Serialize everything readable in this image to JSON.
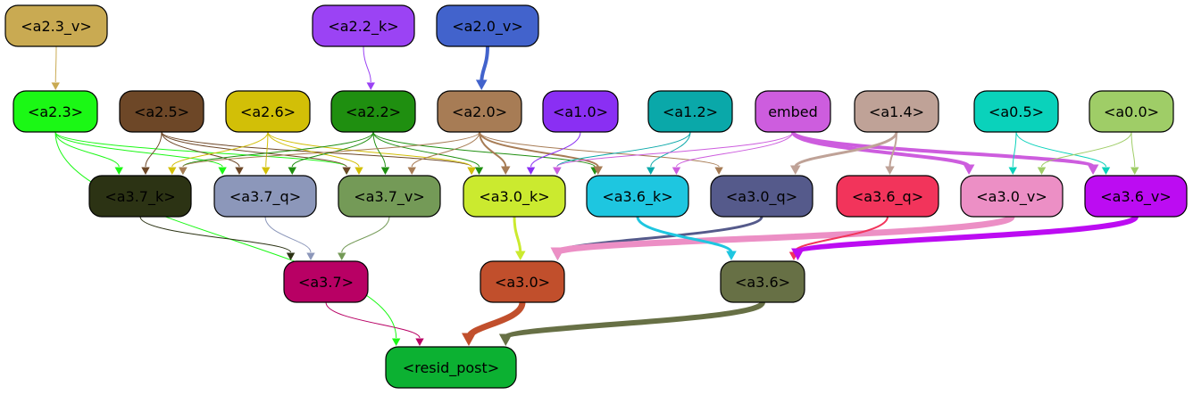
{
  "nodes": [
    {
      "id": "a2_3_v",
      "label": "<a2.3_v>",
      "fill": "#c9aa52",
      "text": "#000000"
    },
    {
      "id": "a2_2_k",
      "label": "<a2.2_k>",
      "fill": "#9b43f4",
      "text": "#000000"
    },
    {
      "id": "a2_0_v",
      "label": "<a2.0_v>",
      "fill": "#4263cc",
      "text": "#000000"
    },
    {
      "id": "a2_3",
      "label": "<a2.3>",
      "fill": "#1bf815",
      "text": "#000000"
    },
    {
      "id": "a2_5",
      "label": "<a2.5>",
      "fill": "#6d4727",
      "text": "#000000"
    },
    {
      "id": "a2_6",
      "label": "<a2.6>",
      "fill": "#d2bf07",
      "text": "#000000"
    },
    {
      "id": "a2_2",
      "label": "<a2.2>",
      "fill": "#1f8f10",
      "text": "#000000"
    },
    {
      "id": "a2_0",
      "label": "<a2.0>",
      "fill": "#a77c55",
      "text": "#000000"
    },
    {
      "id": "a1_0",
      "label": "<a1.0>",
      "fill": "#8a2ff3",
      "text": "#000000"
    },
    {
      "id": "a1_2",
      "label": "<a1.2>",
      "fill": "#0aa8a9",
      "text": "#000000"
    },
    {
      "id": "embed",
      "label": "embed",
      "fill": "#cd5dde",
      "text": "#000000"
    },
    {
      "id": "a1_4",
      "label": "<a1.4>",
      "fill": "#bfa297",
      "text": "#000000"
    },
    {
      "id": "a0_5",
      "label": "<a0.5>",
      "fill": "#0ad2bb",
      "text": "#000000"
    },
    {
      "id": "a0_0",
      "label": "<a0.0>",
      "fill": "#9fcd67",
      "text": "#000000"
    },
    {
      "id": "a3_7_k",
      "label": "<a3.7_k>",
      "fill": "#2c3314",
      "text": "#000000"
    },
    {
      "id": "a3_7_q",
      "label": "<a3.7_q>",
      "fill": "#8c97ba",
      "text": "#000000"
    },
    {
      "id": "a3_7_v",
      "label": "<a3.7_v>",
      "fill": "#749a57",
      "text": "#000000"
    },
    {
      "id": "a3_0_k",
      "label": "<a3.0_k>",
      "fill": "#cbea2f",
      "text": "#000000"
    },
    {
      "id": "a3_6_k",
      "label": "<a3.6_k>",
      "fill": "#1ec6e0",
      "text": "#000000"
    },
    {
      "id": "a3_0_q",
      "label": "<a3.0_q>",
      "fill": "#555a8b",
      "text": "#000000"
    },
    {
      "id": "a3_6_q",
      "label": "<a3.6_q>",
      "fill": "#f2345b",
      "text": "#000000"
    },
    {
      "id": "a3_0_v",
      "label": "<a3.0_v>",
      "fill": "#ec8fc5",
      "text": "#000000"
    },
    {
      "id": "a3_6_v",
      "label": "<a3.6_v>",
      "fill": "#bc0cf2",
      "text": "#000000"
    },
    {
      "id": "a3_7",
      "label": "<a3.7>",
      "fill": "#b80064",
      "text": "#000000"
    },
    {
      "id": "a3_0",
      "label": "<a3.0>",
      "fill": "#c14f2c",
      "text": "#000000"
    },
    {
      "id": "a3_6",
      "label": "<a3.6>",
      "fill": "#677045",
      "text": "#000000"
    },
    {
      "id": "resid_post",
      "label": "<resid_post>",
      "fill": "#0cb132",
      "text": "#000000"
    }
  ],
  "edges": [
    {
      "from": "a2_3_v",
      "to": "a2_3",
      "color": "#c9aa52",
      "width": 1
    },
    {
      "from": "a2_2_k",
      "to": "a2_2",
      "color": "#9b43f4",
      "width": 1
    },
    {
      "from": "a2_0_v",
      "to": "a2_0",
      "color": "#4263cc",
      "width": 4
    },
    {
      "from": "a2_3",
      "to": "a3_7_k",
      "color": "#1bf815",
      "width": 1
    },
    {
      "from": "a2_3",
      "to": "a3_7_q",
      "color": "#1bf815",
      "width": 1
    },
    {
      "from": "a2_3",
      "to": "a3_7_v",
      "color": "#1bf815",
      "width": 1
    },
    {
      "from": "a2_3",
      "to": "resid_post",
      "color": "#1bf815",
      "width": 1
    },
    {
      "from": "a2_5",
      "to": "a3_7_k",
      "color": "#6d4727",
      "width": 1
    },
    {
      "from": "a2_5",
      "to": "a3_7_q",
      "color": "#6d4727",
      "width": 1
    },
    {
      "from": "a2_5",
      "to": "a3_7_v",
      "color": "#6d4727",
      "width": 1
    },
    {
      "from": "a2_5",
      "to": "a3_0_k",
      "color": "#6d4727",
      "width": 1
    },
    {
      "from": "a2_6",
      "to": "a3_7_k",
      "color": "#d2bf07",
      "width": 1
    },
    {
      "from": "a2_6",
      "to": "a3_7_q",
      "color": "#d2bf07",
      "width": 1
    },
    {
      "from": "a2_6",
      "to": "a3_7_v",
      "color": "#d2bf07",
      "width": 1
    },
    {
      "from": "a2_6",
      "to": "a3_0_k",
      "color": "#d2bf07",
      "width": 1
    },
    {
      "from": "a2_2",
      "to": "a3_7_k",
      "color": "#1f8f10",
      "width": 1
    },
    {
      "from": "a2_2",
      "to": "a3_7_q",
      "color": "#1f8f10",
      "width": 1
    },
    {
      "from": "a2_2",
      "to": "a3_7_v",
      "color": "#1f8f10",
      "width": 1
    },
    {
      "from": "a2_2",
      "to": "a3_0_k",
      "color": "#1f8f10",
      "width": 1
    },
    {
      "from": "a2_2",
      "to": "a3_6_k",
      "color": "#1f8f10",
      "width": 1
    },
    {
      "from": "a2_0",
      "to": "a3_7_k",
      "color": "#a77c55",
      "width": 1
    },
    {
      "from": "a2_0",
      "to": "a3_7_v",
      "color": "#a77c55",
      "width": 1
    },
    {
      "from": "a2_0",
      "to": "a3_0_k",
      "color": "#a77c55",
      "width": 2
    },
    {
      "from": "a2_0",
      "to": "a3_6_k",
      "color": "#a77c55",
      "width": 2
    },
    {
      "from": "a2_0",
      "to": "a3_0_q",
      "color": "#a77c55",
      "width": 1
    },
    {
      "from": "a1_0",
      "to": "a3_0_k",
      "color": "#8a2ff3",
      "width": 1
    },
    {
      "from": "a1_2",
      "to": "a3_0_k",
      "color": "#0aa8a9",
      "width": 1
    },
    {
      "from": "a1_2",
      "to": "a3_6_k",
      "color": "#0aa8a9",
      "width": 1
    },
    {
      "from": "embed",
      "to": "a3_0_k",
      "color": "#cd5dde",
      "width": 1
    },
    {
      "from": "embed",
      "to": "a3_6_k",
      "color": "#cd5dde",
      "width": 1
    },
    {
      "from": "embed",
      "to": "a3_0_v",
      "color": "#cd5dde",
      "width": 4
    },
    {
      "from": "embed",
      "to": "a3_6_v",
      "color": "#cd5dde",
      "width": 4
    },
    {
      "from": "a1_4",
      "to": "a3_0_q",
      "color": "#bfa297",
      "width": 3
    },
    {
      "from": "a1_4",
      "to": "a3_6_q",
      "color": "#bfa297",
      "width": 2
    },
    {
      "from": "a0_5",
      "to": "a3_0_v",
      "color": "#0ad2bb",
      "width": 1
    },
    {
      "from": "a0_5",
      "to": "a3_6_v",
      "color": "#0ad2bb",
      "width": 1
    },
    {
      "from": "a0_0",
      "to": "a3_0_v",
      "color": "#9fcd67",
      "width": 1
    },
    {
      "from": "a0_0",
      "to": "a3_6_v",
      "color": "#9fcd67",
      "width": 1
    },
    {
      "from": "a3_7_k",
      "to": "a3_7",
      "color": "#2c3314",
      "width": 1
    },
    {
      "from": "a3_7_q",
      "to": "a3_7",
      "color": "#8c97ba",
      "width": 1
    },
    {
      "from": "a3_7_v",
      "to": "a3_7",
      "color": "#749a57",
      "width": 1
    },
    {
      "from": "a3_0_k",
      "to": "a3_0",
      "color": "#cbea2f",
      "width": 3
    },
    {
      "from": "a3_0_q",
      "to": "a3_0",
      "color": "#555a8b",
      "width": 3
    },
    {
      "from": "a3_0_v",
      "to": "a3_0",
      "color": "#ec8fc5",
      "width": 7
    },
    {
      "from": "a3_6_k",
      "to": "a3_6",
      "color": "#1ec6e0",
      "width": 3
    },
    {
      "from": "a3_6_q",
      "to": "a3_6",
      "color": "#f2345b",
      "width": 2
    },
    {
      "from": "a3_6_v",
      "to": "a3_6",
      "color": "#bc0cf2",
      "width": 6
    },
    {
      "from": "a3_7",
      "to": "resid_post",
      "color": "#b80064",
      "width": 1
    },
    {
      "from": "a3_0",
      "to": "resid_post",
      "color": "#c14f2c",
      "width": 7
    },
    {
      "from": "a3_6",
      "to": "resid_post",
      "color": "#677045",
      "width": 6
    }
  ]
}
